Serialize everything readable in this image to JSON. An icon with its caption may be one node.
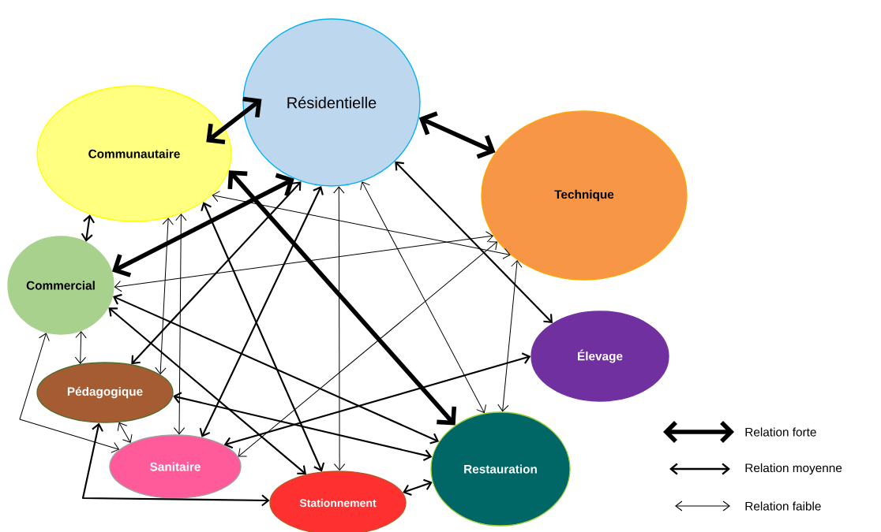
{
  "diagram": {
    "nodes": [
      {
        "text": [
          "Résidentielle"
        ]
      },
      {
        "text": [
          "Communautaire"
        ]
      },
      {
        "text": [
          "Technique"
        ]
      },
      {
        "text": [
          "Commercial"
        ]
      },
      {
        "text": [
          "Élevage"
        ]
      },
      {
        "text": [
          "Pédagogique"
        ]
      },
      {
        "text": [
          "Sanitaire"
        ]
      },
      {
        "text": [
          "Restauration"
        ]
      },
      {
        "text": [
          "Stationnement"
        ]
      }
    ],
    "edges": [
      {
        "from": 1,
        "to": 0,
        "arrow": "both",
        "style": "thick"
      },
      {
        "from": 0,
        "to": 2,
        "arrow": "both",
        "style": "thick"
      },
      {
        "from": 0,
        "to": 3,
        "arrow": "both",
        "style": "thick"
      },
      {
        "from": 1,
        "to": 7,
        "arrow": "both",
        "style": "thick"
      },
      {
        "from": 1,
        "to": 3,
        "arrow": "both"
      },
      {
        "from": 3,
        "to": 5,
        "arrow": "both"
      },
      {
        "from": 3,
        "to": 6,
        "arrow": "both"
      },
      {
        "from": 1,
        "to": 5,
        "arrow": "both"
      },
      {
        "from": 1,
        "to": 6,
        "arrow": "both"
      },
      {
        "from": 1,
        "to": 8,
        "arrow": "both"
      },
      {
        "from": 1,
        "to": 2,
        "arrow": "both"
      },
      {
        "from": 0,
        "to": 5,
        "arrow": "both"
      },
      {
        "from": 0,
        "to": 6,
        "arrow": "both"
      },
      {
        "from": 0,
        "to": 8,
        "arrow": "both"
      },
      {
        "from": 0,
        "to": 7,
        "arrow": "both"
      },
      {
        "from": 0,
        "to": 4,
        "arrow": "both"
      },
      {
        "from": 3,
        "to": 2,
        "arrow": "both"
      },
      {
        "from": 3,
        "to": 7,
        "arrow": "both"
      },
      {
        "from": 3,
        "to": 8,
        "arrow": "both"
      },
      {
        "from": 5,
        "to": 6,
        "arrow": "both"
      },
      {
        "from": 5,
        "to": 8,
        "arrow": "both"
      },
      {
        "from": 5,
        "to": 7,
        "arrow": "both"
      },
      {
        "from": 6,
        "to": 4,
        "arrow": "both"
      },
      {
        "from": 2,
        "to": 6,
        "arrow": "both"
      },
      {
        "from": 2,
        "to": 7,
        "arrow": "both"
      },
      {
        "from": 8,
        "to": 7,
        "arrow": "both"
      }
    ],
    "legend": [
      {
        "text": "Relation forte"
      },
      {
        "text": "Relation moyenne"
      },
      {
        "text": "Relation faible"
      }
    ]
  }
}
